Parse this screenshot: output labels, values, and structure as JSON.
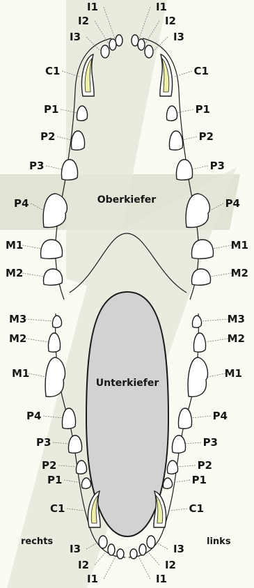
{
  "upper_jaw_label": "Oberkiefer",
  "lower_jaw_label": "Unterkiefer",
  "side_right": "rechts",
  "side_left": "links",
  "upper_right": [
    "I1",
    "I2",
    "I3",
    "C1",
    "P1",
    "P2",
    "P3",
    "P4",
    "M1",
    "M2"
  ],
  "upper_left": [
    "I1",
    "I2",
    "I3",
    "C1",
    "P1",
    "P2",
    "P3",
    "P4",
    "M1",
    "M2"
  ],
  "lower_right": [
    "M3",
    "M2",
    "M1",
    "P4",
    "P3",
    "P2",
    "P1",
    "C1",
    "I3",
    "I2",
    "I1"
  ],
  "lower_left": [
    "M3",
    "M2",
    "M1",
    "P4",
    "P3",
    "P2",
    "P1",
    "C1",
    "I3",
    "I2",
    "I1"
  ],
  "colors": {
    "background": "#fbfbf3",
    "watermark": "#e4e5d6",
    "watermark_dark": "#d6d7c6",
    "lower_jaw_fill": "#d2d2d2",
    "canine_tint": "#eef0a8"
  }
}
